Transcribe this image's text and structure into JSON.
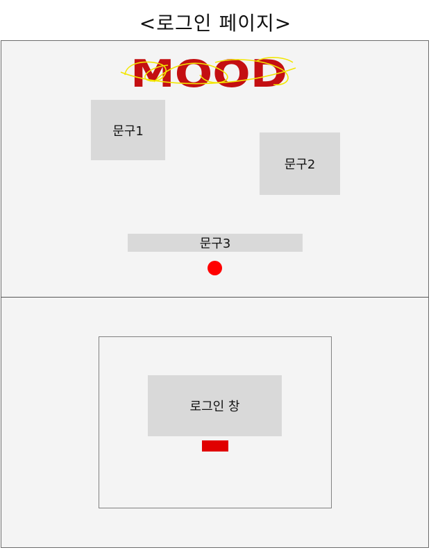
{
  "page": {
    "title": "<로그인 페이지>"
  },
  "header": {
    "logo_text": "MOOD"
  },
  "phrases": {
    "phrase1": "문구1",
    "phrase2": "문구2",
    "phrase3": "문구3"
  },
  "login": {
    "window_label": "로그인 창"
  },
  "colors": {
    "accent_red": "#ff0000",
    "logo_red": "#c40f12",
    "logo_yellow": "#f2e600",
    "placeholder_gray": "#d9d9d9",
    "frame_bg": "#f4f4f4"
  }
}
